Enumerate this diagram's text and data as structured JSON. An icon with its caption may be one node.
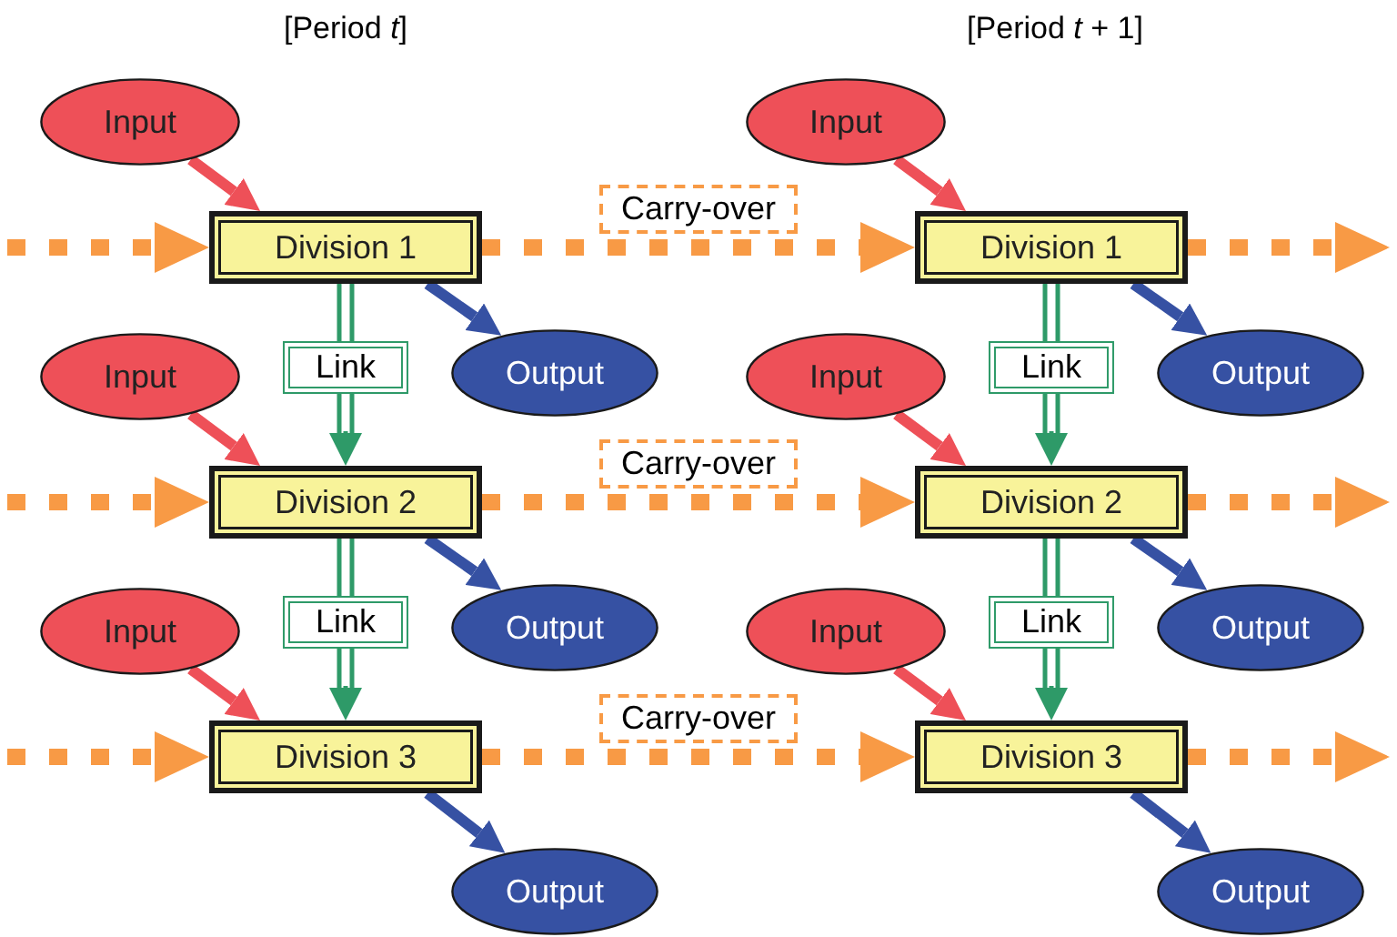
{
  "diagram": {
    "nodes": [
      {
        "text": [
          "Input"
        ]
      },
      {
        "text": [
          "Division 1"
        ]
      },
      {
        "text": [
          "Output"
        ]
      },
      {
        "text": [
          "Input"
        ]
      },
      {
        "text": [
          "Division 2"
        ]
      },
      {
        "text": [
          "Output"
        ]
      },
      {
        "text": [
          "Input"
        ]
      },
      {
        "text": [
          "Division 3"
        ]
      },
      {
        "text": [
          "Output"
        ]
      },
      {
        "text": [
          "Input"
        ]
      },
      {
        "text": [
          "Division 1"
        ]
      },
      {
        "text": [
          "Output"
        ]
      },
      {
        "text": [
          "Input"
        ]
      },
      {
        "text": [
          "Division 2"
        ]
      },
      {
        "text": [
          "Output"
        ]
      },
      {
        "text": [
          "Input"
        ]
      },
      {
        "text": [
          "Division 3"
        ]
      },
      {
        "text": [
          "Output"
        ]
      }
    ],
    "edges": [
      {
        "from": null,
        "to": 1,
        "arrow": "to",
        "style": "dashed",
        "color": "#f89a45"
      },
      {
        "from": null,
        "to": 4,
        "arrow": "to",
        "style": "dashed",
        "color": "#f89a45"
      },
      {
        "from": null,
        "to": 7,
        "arrow": "to",
        "style": "dashed",
        "color": "#f89a45"
      },
      {
        "from": 1,
        "to": 10,
        "arrow": "to",
        "label": "Carry-over",
        "style": "dashed",
        "color": "#f89a45"
      },
      {
        "from": 4,
        "to": 13,
        "arrow": "to",
        "label": "Carry-over",
        "style": "dashed",
        "color": "#f89a45"
      },
      {
        "from": 7,
        "to": 16,
        "arrow": "to",
        "label": "Carry-over",
        "style": "dashed",
        "color": "#f89a45"
      },
      {
        "from": 10,
        "to": null,
        "arrow": "to",
        "style": "dashed",
        "color": "#f89a45"
      },
      {
        "from": 13,
        "to": null,
        "arrow": "to",
        "style": "dashed",
        "color": "#f89a45"
      },
      {
        "from": 16,
        "to": null,
        "arrow": "to",
        "style": "dashed",
        "color": "#f89a45"
      },
      {
        "from": 0,
        "to": 1,
        "arrow": "to",
        "color": "#ee5058"
      },
      {
        "from": 3,
        "to": 4,
        "arrow": "to",
        "color": "#ee5058"
      },
      {
        "from": 6,
        "to": 7,
        "arrow": "to",
        "color": "#ee5058"
      },
      {
        "from": 9,
        "to": 10,
        "arrow": "to",
        "color": "#ee5058"
      },
      {
        "from": 12,
        "to": 13,
        "arrow": "to",
        "color": "#ee5058"
      },
      {
        "from": 15,
        "to": 16,
        "arrow": "to",
        "color": "#ee5058"
      },
      {
        "from": 1,
        "to": 2,
        "arrow": "to",
        "color": "#3651a3"
      },
      {
        "from": 4,
        "to": 5,
        "arrow": "to",
        "color": "#3651a3"
      },
      {
        "from": 7,
        "to": 8,
        "arrow": "to",
        "color": "#3651a3"
      },
      {
        "from": 10,
        "to": 11,
        "arrow": "to",
        "color": "#3651a3"
      },
      {
        "from": 13,
        "to": 14,
        "arrow": "to",
        "color": "#3651a3"
      },
      {
        "from": 16,
        "to": 17,
        "arrow": "to",
        "color": "#3651a3"
      },
      {
        "from": 1,
        "to": 4,
        "arrow": "to",
        "label": "Link",
        "color": "#2e9a68"
      },
      {
        "from": 4,
        "to": 7,
        "arrow": "to",
        "label": "Link",
        "color": "#2e9a68"
      },
      {
        "from": 10,
        "to": 13,
        "arrow": "to",
        "label": "Link",
        "color": "#2e9a68"
      },
      {
        "from": 13,
        "to": 16,
        "arrow": "to",
        "label": "Link",
        "color": "#2e9a68"
      }
    ],
    "labels": [
      "[Period *t*]",
      "[Period *t* + 1]"
    ]
  }
}
